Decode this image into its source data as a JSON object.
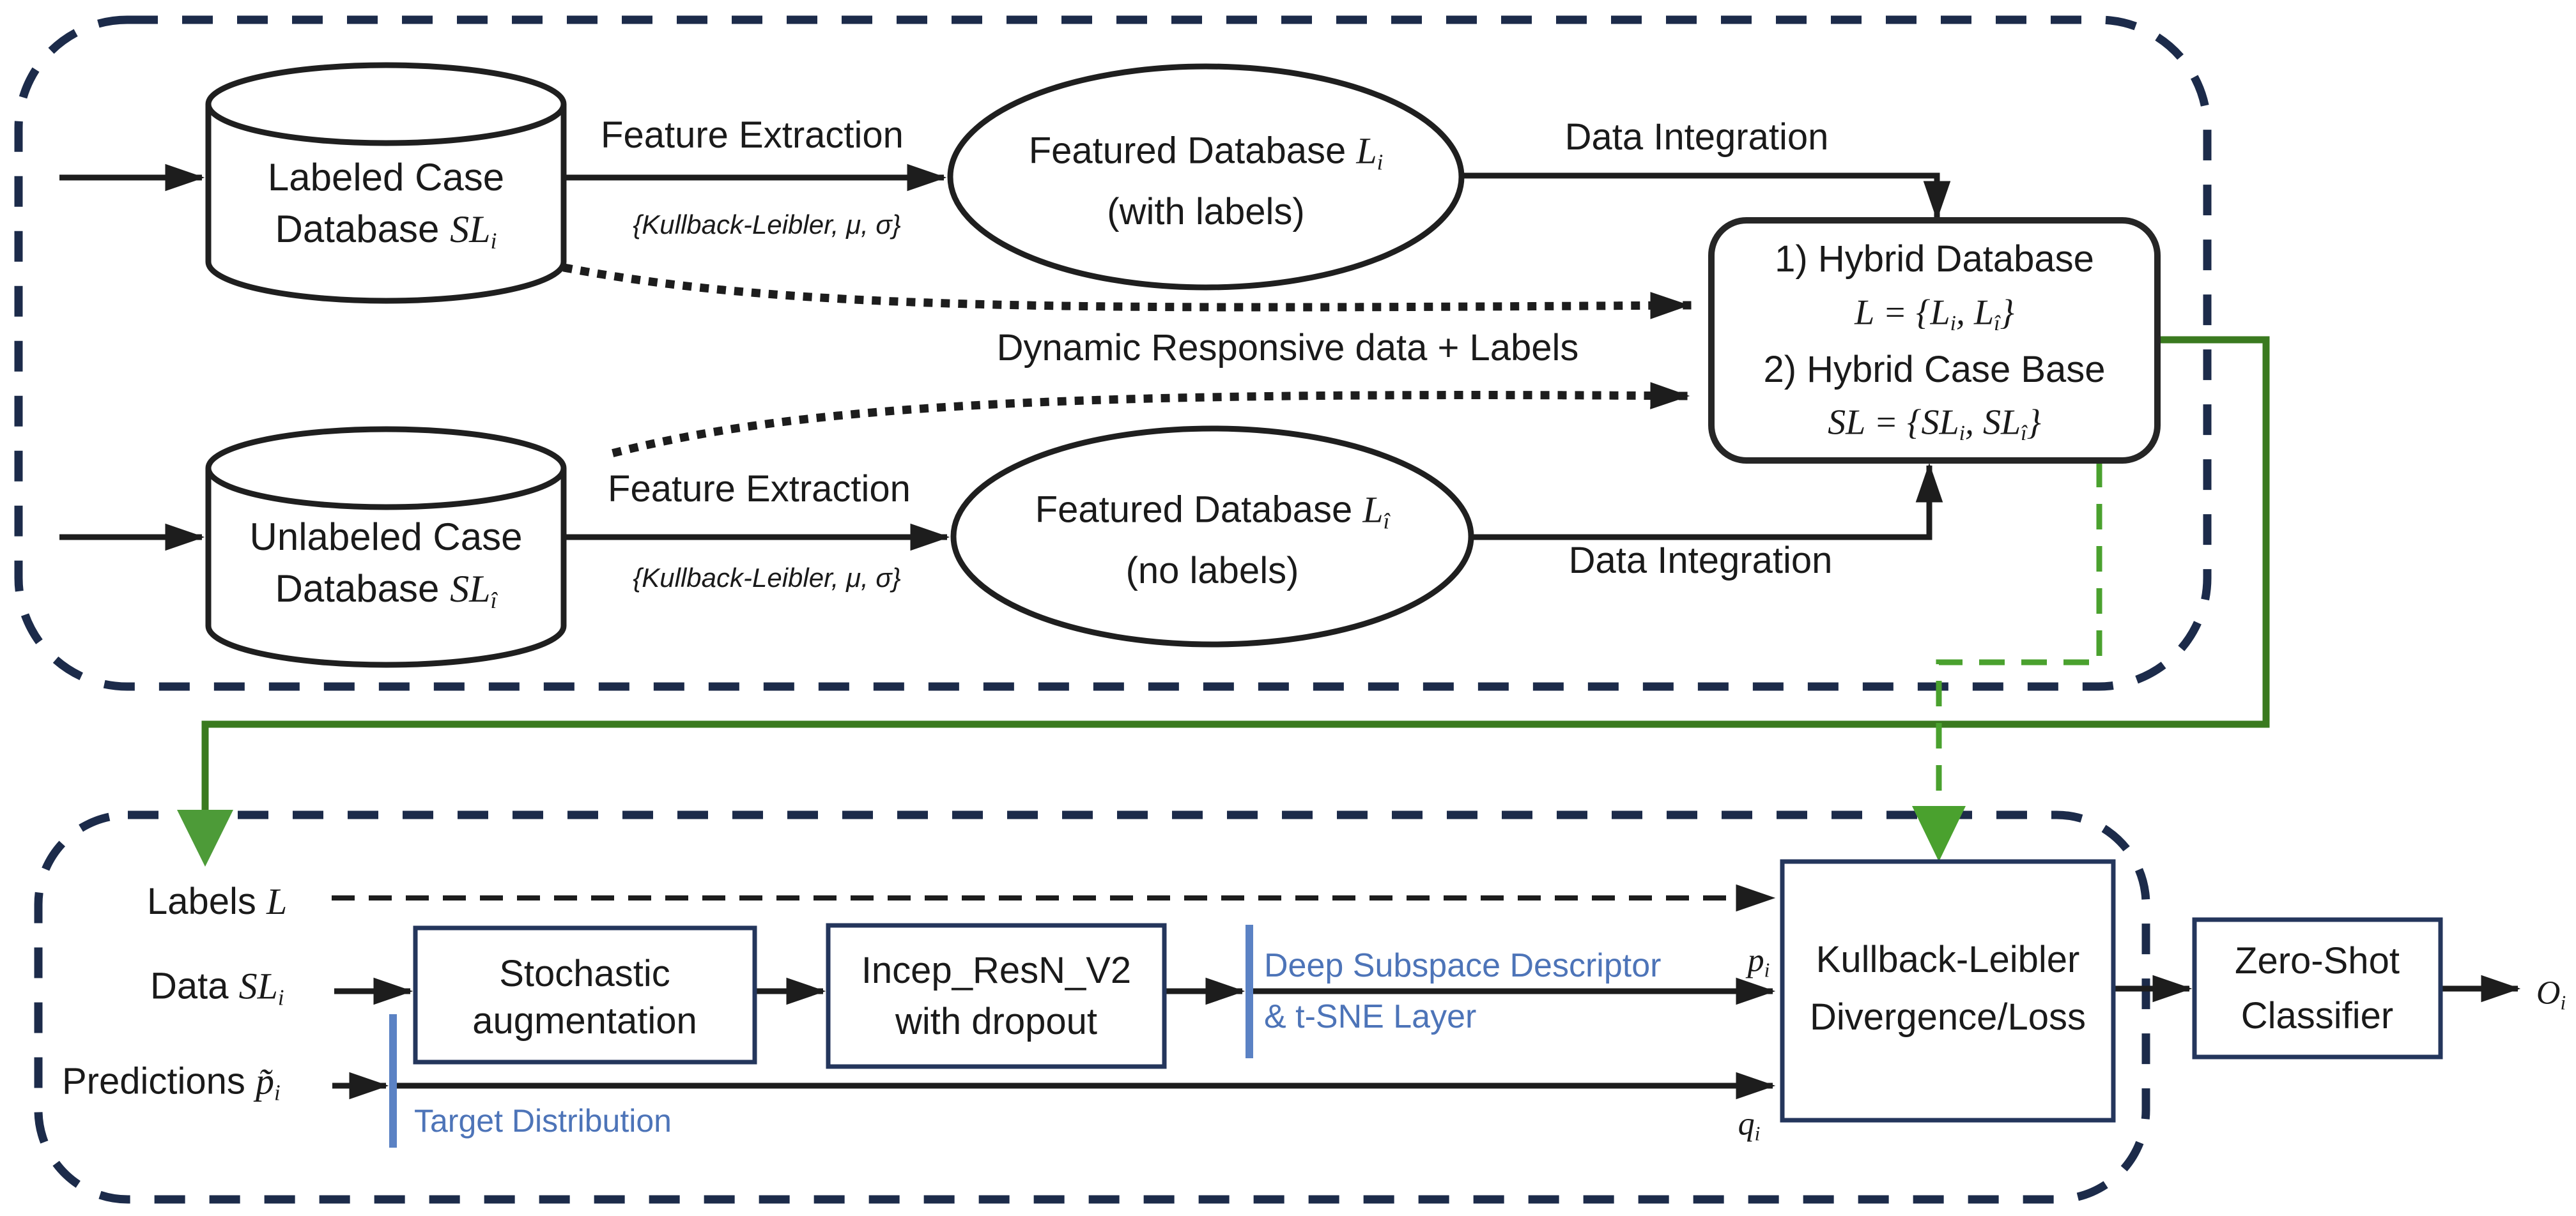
{
  "colors": {
    "outer_border_navy": "#1c2b4a",
    "line_black": "#1d1d1d",
    "box_border_navy": "#24365c",
    "green_solid": "#3a7a1f",
    "green_dashed": "#4aa12e",
    "green_arrowhead": "#4d9b38",
    "blue_text": "#4d74b8",
    "blue_bar": "#5b82c4",
    "background": "#ffffff"
  },
  "top": {
    "labeled_db": {
      "line1": "Labeled Case",
      "line2": [
        {
          "t": "Database "
        },
        {
          "t": "SL",
          "it": true
        },
        {
          "t": "i",
          "sub": true
        }
      ]
    },
    "unlabeled_db": {
      "line1": "Unlabeled Case",
      "line2": [
        {
          "t": "Database "
        },
        {
          "t": "SL",
          "it": true
        },
        {
          "t": "î",
          "sub": true
        }
      ]
    },
    "feature_extraction_top": "Feature Extraction",
    "feature_extraction_bottom": "Feature Extraction",
    "kl_params_top": "{Kullback-Leibler, μ, σ}",
    "kl_params_bottom": "{Kullback-Leibler, μ, σ}",
    "featured_with": {
      "line1": [
        {
          "t": "Featured Database "
        },
        {
          "t": "L",
          "it": true
        },
        {
          "t": "i",
          "sub": true
        }
      ],
      "line2": "(with labels)"
    },
    "featured_no": {
      "line1": [
        {
          "t": "Featured Database "
        },
        {
          "t": "L",
          "it": true
        },
        {
          "t": "î",
          "sub": true
        }
      ],
      "line2": "(no labels)"
    },
    "data_integration_top": "Data Integration",
    "data_integration_bottom": "Data Integration",
    "dynamic_label": "Dynamic Responsive data + Labels",
    "hybrid": {
      "item1": "1) Hybrid Database",
      "eq1": [
        {
          "t": "L",
          "it": true
        },
        {
          "t": " = {",
          "it": true
        },
        {
          "t": "L",
          "it": true
        },
        {
          "t": "i",
          "sub": true
        },
        {
          "t": ", ",
          "it": true
        },
        {
          "t": "L",
          "it": true
        },
        {
          "t": "î",
          "sub": true
        },
        {
          "t": "}",
          "it": true
        }
      ],
      "item2": "2) Hybrid Case Base",
      "eq2": [
        {
          "t": "SL",
          "it": true
        },
        {
          "t": " = {",
          "it": true
        },
        {
          "t": "SL",
          "it": true
        },
        {
          "t": "i",
          "sub": true
        },
        {
          "t": ", ",
          "it": true
        },
        {
          "t": "SL",
          "it": true
        },
        {
          "t": "î",
          "sub": true
        },
        {
          "t": "}",
          "it": true
        }
      ]
    }
  },
  "bottom": {
    "labels_label": [
      {
        "t": "Labels "
      },
      {
        "t": "L",
        "it": true
      }
    ],
    "data_label": [
      {
        "t": "Data "
      },
      {
        "t": "SL",
        "it": true
      },
      {
        "t": "i",
        "sub": true
      }
    ],
    "predictions_label": [
      {
        "t": "Predictions "
      },
      {
        "t": "p̃",
        "it": true
      },
      {
        "t": "i",
        "sub": true
      }
    ],
    "stochastic": {
      "line1": "Stochastic",
      "line2": "augmentation"
    },
    "incep": {
      "line1": "Incep_ResN_V2",
      "line2": "with dropout"
    },
    "deep_subspace": {
      "line1": "Deep Subspace Descriptor",
      "line2": "& t-SNE Layer"
    },
    "target_distribution": "Target Distribution",
    "kl_box": {
      "line1": "Kullback-Leibler",
      "line2": "Divergence/Loss"
    },
    "zero_shot": {
      "line1": "Zero-Shot",
      "line2": "Classifier"
    },
    "p_label": [
      {
        "t": "p",
        "it": true
      },
      {
        "t": "i",
        "sub": true
      }
    ],
    "q_label": [
      {
        "t": "q",
        "it": true
      },
      {
        "t": "i",
        "sub": true
      }
    ],
    "o_label": [
      {
        "t": "O",
        "it": true
      },
      {
        "t": "i",
        "sub": true
      }
    ]
  }
}
